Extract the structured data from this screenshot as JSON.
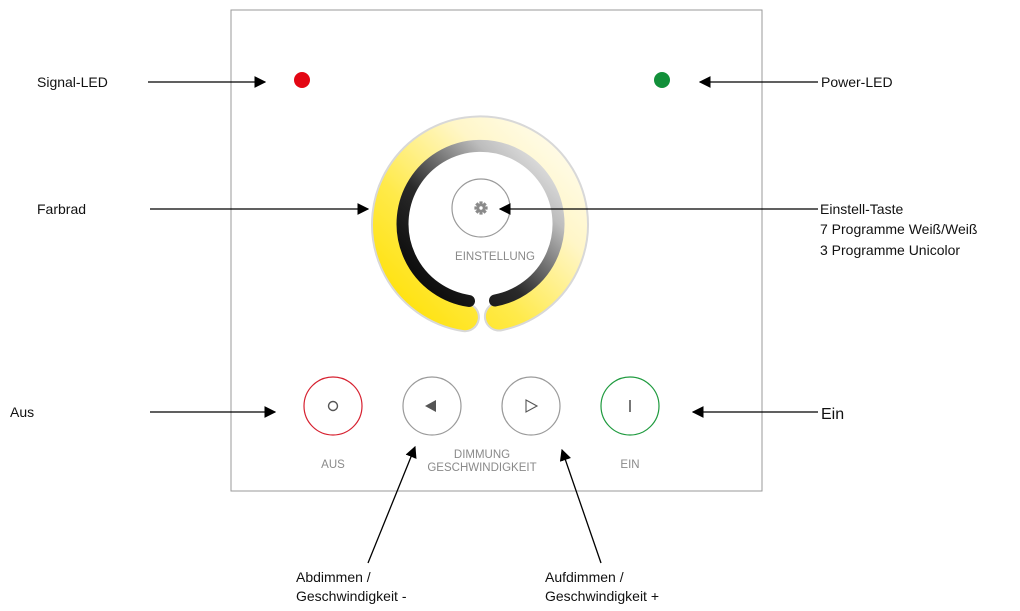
{
  "colors": {
    "signal_led": "#e30613",
    "power_led": "#12903a",
    "off_ring": "#d6202f",
    "on_ring": "#1e9a3e",
    "panel_border": "#9a9a9a",
    "panel_text": "#8a8a8a",
    "wheel_warm": "#ffe500",
    "wheel_cold": "#fffbe6"
  },
  "labels": {
    "signal_led": "Signal-LED",
    "power_led": "Power-LED",
    "farbrad": "Farbrad",
    "einstell_taste": "Einstell-Taste",
    "programme_weiss": "7 Programme Weiß/Weiß",
    "programme_unicolor": "3 Programme Unicolor",
    "aus": "Aus",
    "ein": "Ein",
    "abdimmen_1": "Abdimmen /",
    "abdimmen_2": "Geschwindigkeit -",
    "aufdimmen_1": "Aufdimmen  /",
    "aufdimmen_2": "Geschwindigkeit +"
  },
  "panel": {
    "einstellung": "EINSTELLUNG",
    "aus": "AUS",
    "ein": "EIN",
    "dimmung": "DIMMUNG",
    "geschwindigkeit": "GESCHWINDIGKEIT"
  },
  "icons": {
    "settings": "gear-icon",
    "off": "circle-icon",
    "dim_down": "triangle-left-filled-icon",
    "dim_up": "triangle-right-outline-icon",
    "on": "vertical-bar-icon"
  }
}
